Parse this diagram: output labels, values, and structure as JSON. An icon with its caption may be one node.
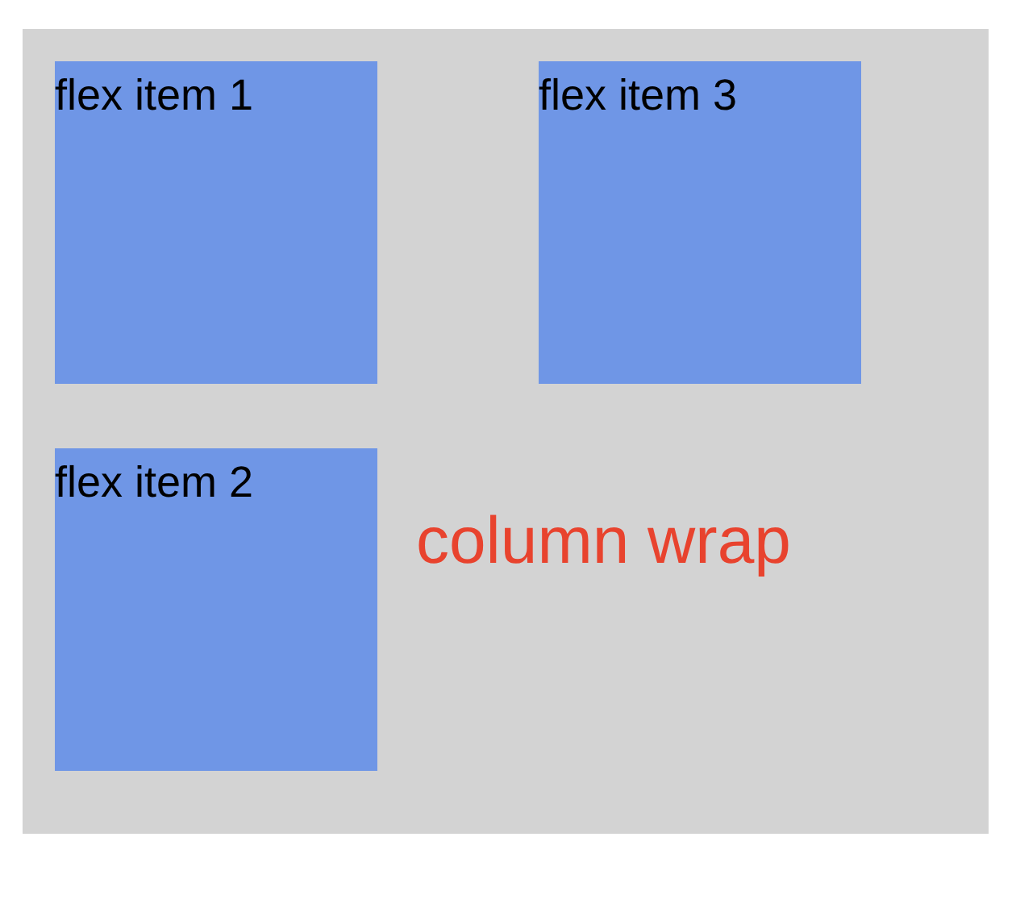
{
  "diagram": {
    "nodes": [
      {
        "text": [],
        "shape": "box"
      },
      {
        "text": [
          "flex item 1"
        ],
        "in": 0
      },
      {
        "text": [
          "flex item 2"
        ],
        "in": 0
      },
      {
        "text": [
          "flex item 3"
        ],
        "in": 0
      }
    ],
    "labels": [
      "column wrap"
    ]
  }
}
